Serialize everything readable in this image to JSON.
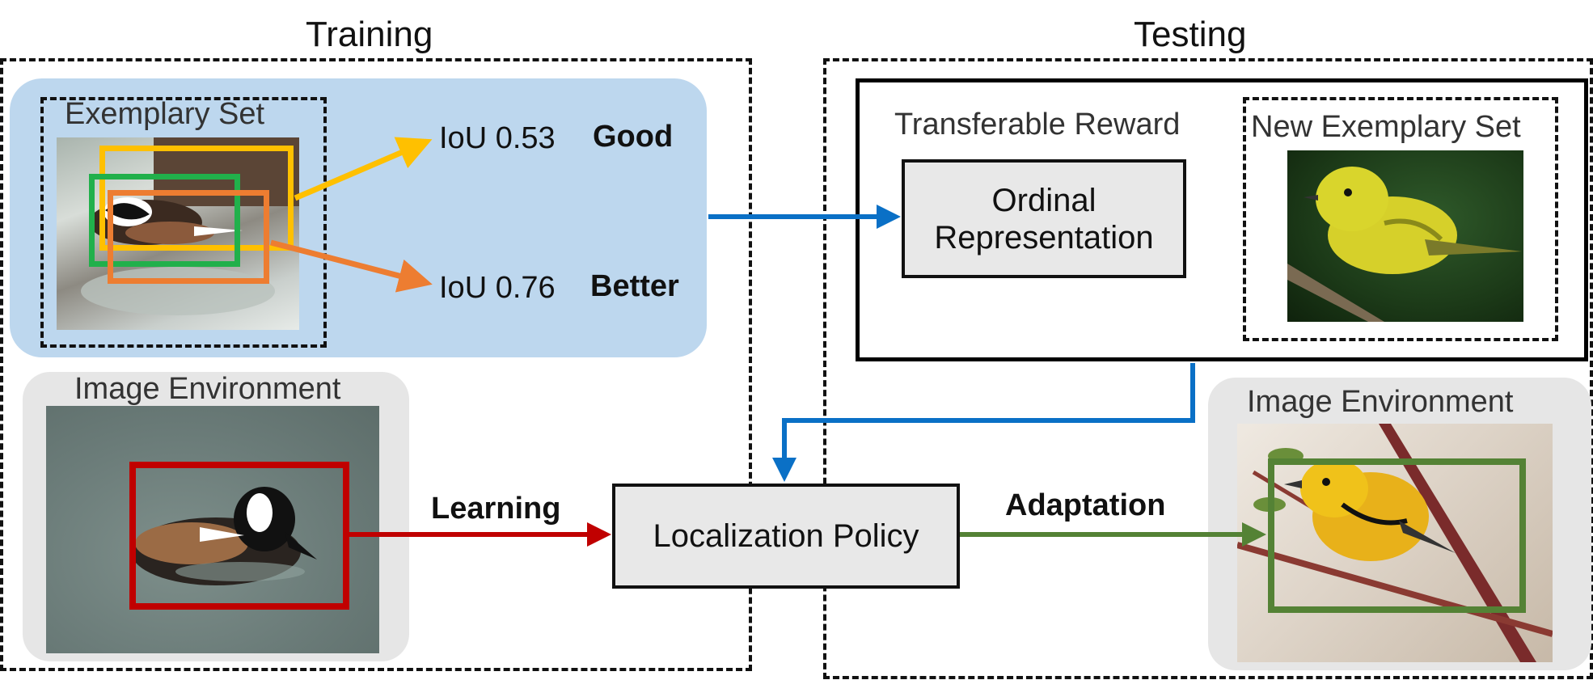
{
  "training": {
    "title": "Training",
    "exemplary_set_label": "Exemplary Set",
    "iou_good_value": "IoU 0.53",
    "iou_good_rank": "Good",
    "iou_better_value": "IoU 0.76",
    "iou_better_rank": "Better",
    "image_environment_label": "Image Environment",
    "learning_label": "Learning"
  },
  "testing": {
    "title": "Testing",
    "transferable_reward_label": "Transferable Reward",
    "ordinal_representation_label": "Ordinal Representation",
    "new_exemplary_set_label": "New Exemplary Set",
    "image_environment_label": "Image Environment",
    "adaptation_label": "Adaptation"
  },
  "center": {
    "localization_policy_label": "Localization Policy"
  },
  "colors": {
    "blue_panel": "#bdd7ee",
    "blue_arrow": "#0a70c6",
    "yellow_box": "#ffc000",
    "green_box": "#21b04b",
    "orange_box": "#ed7d31",
    "red_box": "#c00000",
    "green_adapt": "#548235"
  }
}
